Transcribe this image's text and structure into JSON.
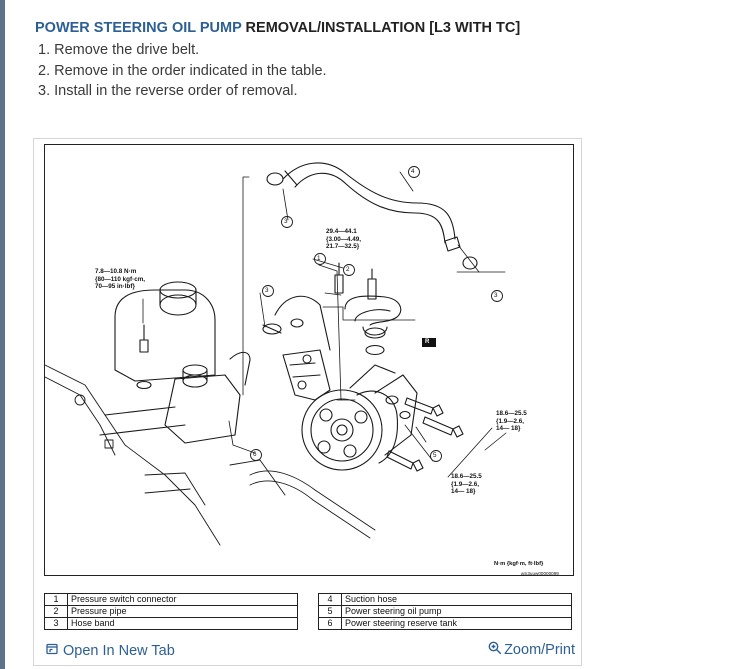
{
  "title": {
    "part1": "POWER STEERING OIL PUMP",
    "part2": " REMOVAL/INSTALLATION [L3 WITH TC]"
  },
  "steps": [
    "1. Remove the drive belt.",
    "2. Remove in the order indicated in the table.",
    "3. Install in the reverse order of removal."
  ],
  "diagram": {
    "callouts": [
      "1",
      "2",
      "3",
      "3",
      "3",
      "4",
      "5",
      "6"
    ],
    "torque_top": "29.4—44.1\n{3.00—4.49,\n21.7—32.5}",
    "torque_left": "7.8—10.8 N·m\n{80—110 kgf·cm,\n70—95 in·lbf}",
    "torque_right1": "18.6—25.5\n{1.9—2.6,\n14— 18}",
    "torque_right2": "18.6—25.5\n{1.9—2.6,\n14— 18}",
    "unit": "N·m {kgf·m, ft·lbf}",
    "figure_code": "am3uuw00000099",
    "marker": "R"
  },
  "parts_left": [
    {
      "num": "1",
      "name": "Pressure switch connector"
    },
    {
      "num": "2",
      "name": "Pressure pipe"
    },
    {
      "num": "3",
      "name": "Hose band"
    }
  ],
  "parts_right": [
    {
      "num": "4",
      "name": "Suction hose"
    },
    {
      "num": "5",
      "name": "Power steering oil pump"
    },
    {
      "num": "6",
      "name": "Power steering reserve tank"
    }
  ],
  "footer": {
    "open_tab": "Open In New Tab",
    "zoom": "Zoom/Print"
  },
  "colors": {
    "accent": "#2c5f94",
    "left_rule": "#5f7388"
  }
}
